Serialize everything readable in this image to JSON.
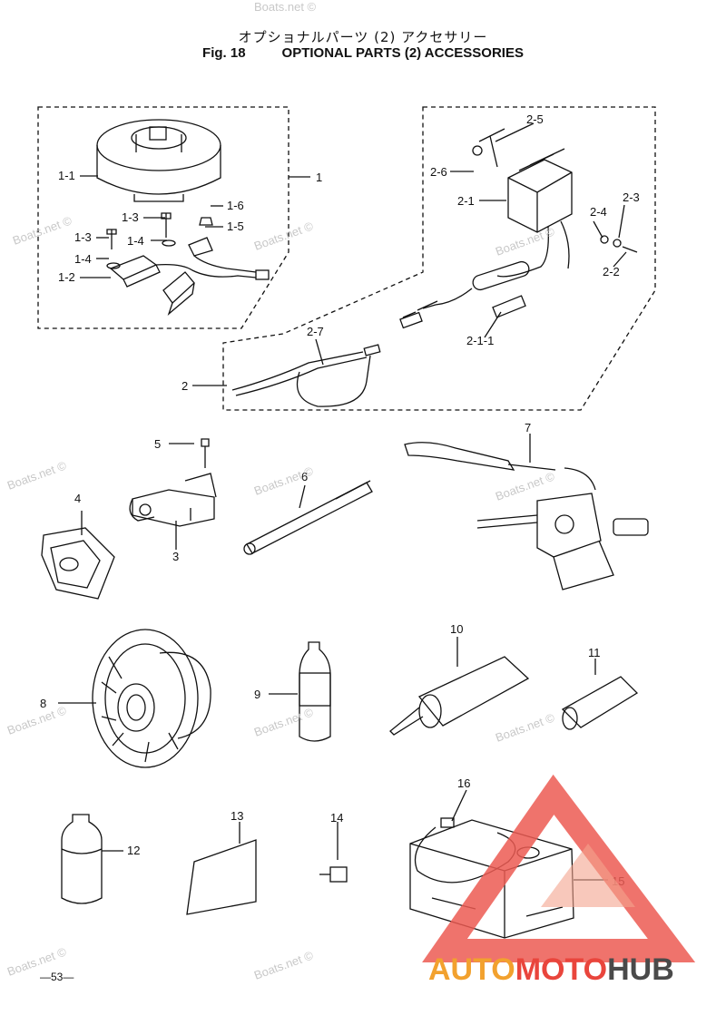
{
  "header": {
    "title_jp": "オプショナルパーツ (2) アクセサリー",
    "fig_label": "Fig. 18",
    "title_en": "OPTIONAL PARTS (2) ACCESSORIES"
  },
  "callouts": {
    "c1": "1",
    "c1_1": "1-1",
    "c1_2": "1-2",
    "c1_3a": "1-3",
    "c1_3b": "1-3",
    "c1_4a": "1-4",
    "c1_4b": "1-4",
    "c1_5": "1-5",
    "c1_6": "1-6",
    "c2": "2",
    "c2_1": "2-1",
    "c2_1_1": "2-1-1",
    "c2_2": "2-2",
    "c2_3": "2-3",
    "c2_4": "2-4",
    "c2_5": "2-5",
    "c2_6": "2-6",
    "c2_7": "2-7",
    "c3": "3",
    "c4": "4",
    "c5": "5",
    "c6": "6",
    "c7": "7",
    "c8": "8",
    "c9": "9",
    "c10": "10",
    "c11": "11",
    "c12": "12",
    "c13": "13",
    "c14": "14",
    "c15": "15",
    "c16": "16"
  },
  "watermark": "Boats.net ©",
  "page_number": "—53—",
  "logo": {
    "part1": "AUTO",
    "part2": "MOTO",
    "part3": "HUB"
  },
  "colors": {
    "logo_orange": "#f2a12e",
    "logo_red": "#e9453c",
    "logo_gray": "#4a4a4a"
  }
}
